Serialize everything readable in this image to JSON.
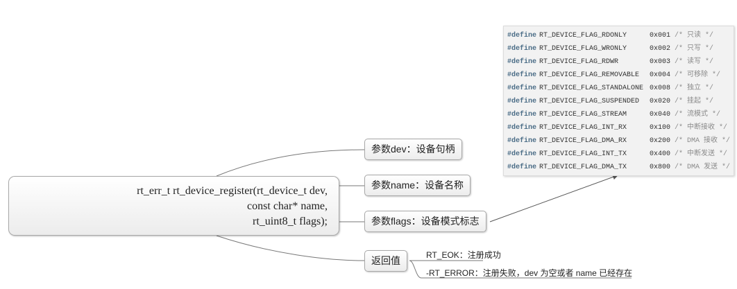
{
  "central": {
    "lines": [
      "rt_err_t rt_device_register(rt_device_t dev,",
      "const char* name,",
      "rt_uint8_t flags);"
    ]
  },
  "nodes": {
    "param_dev": "参数dev：设备句柄",
    "param_name": "参数name：设备名称",
    "param_flags": "参数flags：设备模式标志",
    "return_value": "返回值"
  },
  "returns": [
    "RT_EOK：注册成功",
    "-RT_ERROR：注册失败，dev 为空或者 name 已经存在"
  ],
  "flags": [
    {
      "kw": "#define",
      "name": "RT_DEVICE_FLAG_RDONLY",
      "value": "0x001",
      "comment": "/* 只读 */"
    },
    {
      "kw": "#define",
      "name": "RT_DEVICE_FLAG_WRONLY",
      "value": "0x002",
      "comment": "/* 只写  */"
    },
    {
      "kw": "#define",
      "name": "RT_DEVICE_FLAG_RDWR",
      "value": "0x003",
      "comment": "/* 读写  */"
    },
    {
      "kw": "#define",
      "name": "RT_DEVICE_FLAG_REMOVABLE",
      "value": "0x004",
      "comment": "/* 可移除  */"
    },
    {
      "kw": "#define",
      "name": "RT_DEVICE_FLAG_STANDALONE",
      "value": "0x008",
      "comment": "/* 独立   */"
    },
    {
      "kw": "#define",
      "name": "RT_DEVICE_FLAG_SUSPENDED",
      "value": "0x020",
      "comment": "/* 挂起  */"
    },
    {
      "kw": "#define",
      "name": "RT_DEVICE_FLAG_STREAM",
      "value": "0x040",
      "comment": "/* 流模式  */"
    },
    {
      "kw": "#define",
      "name": "RT_DEVICE_FLAG_INT_RX",
      "value": "0x100",
      "comment": "/* 中断接收 */"
    },
    {
      "kw": "#define",
      "name": "RT_DEVICE_FLAG_DMA_RX",
      "value": "0x200",
      "comment": "/* DMA 接收 */"
    },
    {
      "kw": "#define",
      "name": "RT_DEVICE_FLAG_INT_TX",
      "value": "0x400",
      "comment": "/* 中断发送 */"
    },
    {
      "kw": "#define",
      "name": "RT_DEVICE_FLAG_DMA_TX",
      "value": "0x800",
      "comment": "/* DMA 发送 */"
    }
  ]
}
